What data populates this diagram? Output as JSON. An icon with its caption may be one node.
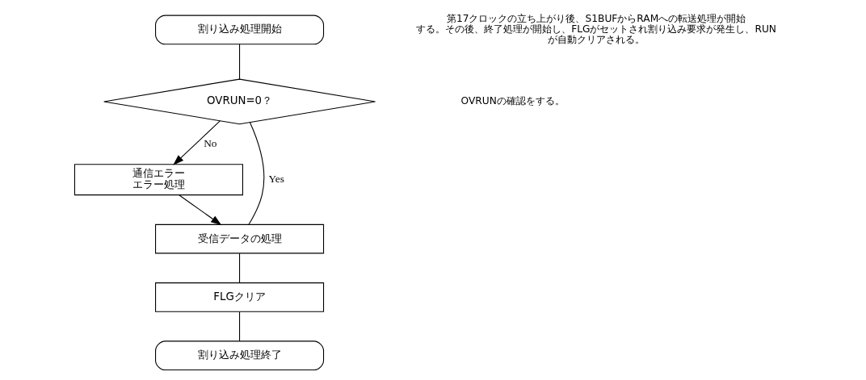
{
  "diagram": {
    "nodes": [
      {
        "text": [
          "割り込み処理開始"
        ]
      },
      {
        "text": [
          "OVRUN=0？"
        ]
      },
      {
        "text": [
          "通信エラー",
          "エラー処理"
        ]
      },
      {
        "text": [
          "受信データの処理"
        ]
      },
      {
        "text": [
          "FLGクリア"
        ]
      },
      {
        "text": [
          "割り込み処理終了"
        ]
      }
    ],
    "edges": [
      {
        "from": 0,
        "to": 1,
        "arrow": "none"
      },
      {
        "from": 1,
        "to": 2,
        "arrow": "to",
        "label": "No"
      },
      {
        "from": 1,
        "to": 3,
        "arrow": "none",
        "label": "Yes"
      },
      {
        "from": 2,
        "to": 3,
        "arrow": "to"
      },
      {
        "from": 3,
        "to": 4,
        "arrow": "none"
      },
      {
        "from": 4,
        "to": 5,
        "arrow": "none"
      }
    ],
    "labels": [
      "第17クロックの立ち上がり後、S1BUFからRAMへの転送処理が開始する。その後、終了処理が開始し、FLGがセットされ割り込み要求が発生し、RUN が自動クリアされる。",
      "OVRUNの確認をする。"
    ]
  }
}
